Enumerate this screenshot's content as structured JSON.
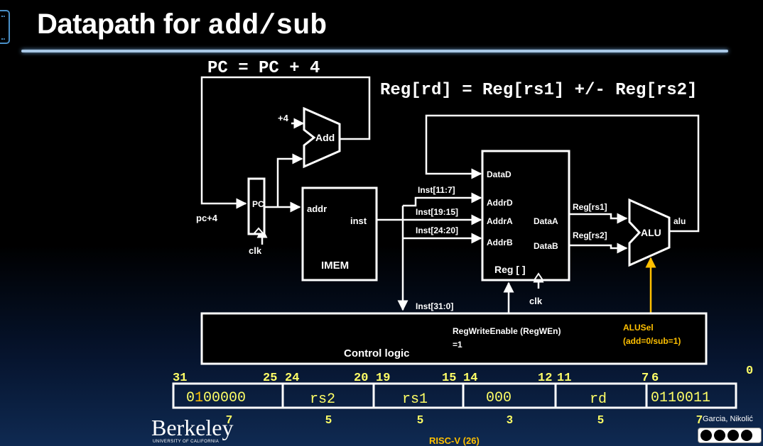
{
  "slide": {
    "title_text": "Datapath for ",
    "title_code": "add/sub",
    "pc_update": "PC = PC + 4",
    "reg_equation": "Reg[rd] = Reg[rs1] +/- Reg[rs2]",
    "footer_logo": "Berkeley",
    "footer_logo_sub": "UNIVERSITY OF CALIFORNIA",
    "footer_center": "RISC-V (26)",
    "footer_author": "Garcia, Nikolić"
  },
  "diagram": {
    "adder": {
      "label": "Add",
      "const_input": "+4"
    },
    "pc": {
      "label": "PC",
      "input_label": "pc+4",
      "clk": "clk"
    },
    "imem": {
      "label": "IMEM",
      "addr": "addr",
      "inst": "inst"
    },
    "regfile": {
      "label": "Reg [ ]",
      "data_d": "DataD",
      "addr_d": "AddrD",
      "addr_a": "AddrA",
      "addr_b": "AddrB",
      "data_a": "DataA",
      "data_b": "DataB",
      "clk": "clk"
    },
    "fields": {
      "rd": "Inst[11:7]",
      "rs1": "Inst[19:15]",
      "rs2": "Inst[24:20]",
      "all": "Inst[31:0]"
    },
    "alu": {
      "label": "ALU",
      "in_a": "Reg[rs1]",
      "in_b": "Reg[rs2]",
      "out": "alu"
    },
    "control": {
      "label": "Control logic",
      "regwen_line1": "RegWriteEnable (RegWEn)",
      "regwen_line2": "=1",
      "alusel_line1": "ALUSel",
      "alusel_line2": "(add=0/sub=1)"
    },
    "colors": {
      "wire": "#ffffff",
      "alusel": "#ffc000",
      "bitnum": "#ffff66",
      "field_text": "#ffff66"
    }
  },
  "instruction_format": {
    "bit_positions": [
      "31",
      "25",
      "24",
      "20",
      "19",
      "15",
      "14",
      "12",
      "11",
      "7",
      "6",
      "0"
    ],
    "funct7_pre": "0",
    "funct7_mid": "1",
    "funct7_post": "00000",
    "fields": [
      "rs2",
      "rs1",
      "000",
      "rd",
      "0110011"
    ],
    "widths": [
      "7",
      "5",
      "5",
      "3",
      "5",
      "7"
    ]
  }
}
